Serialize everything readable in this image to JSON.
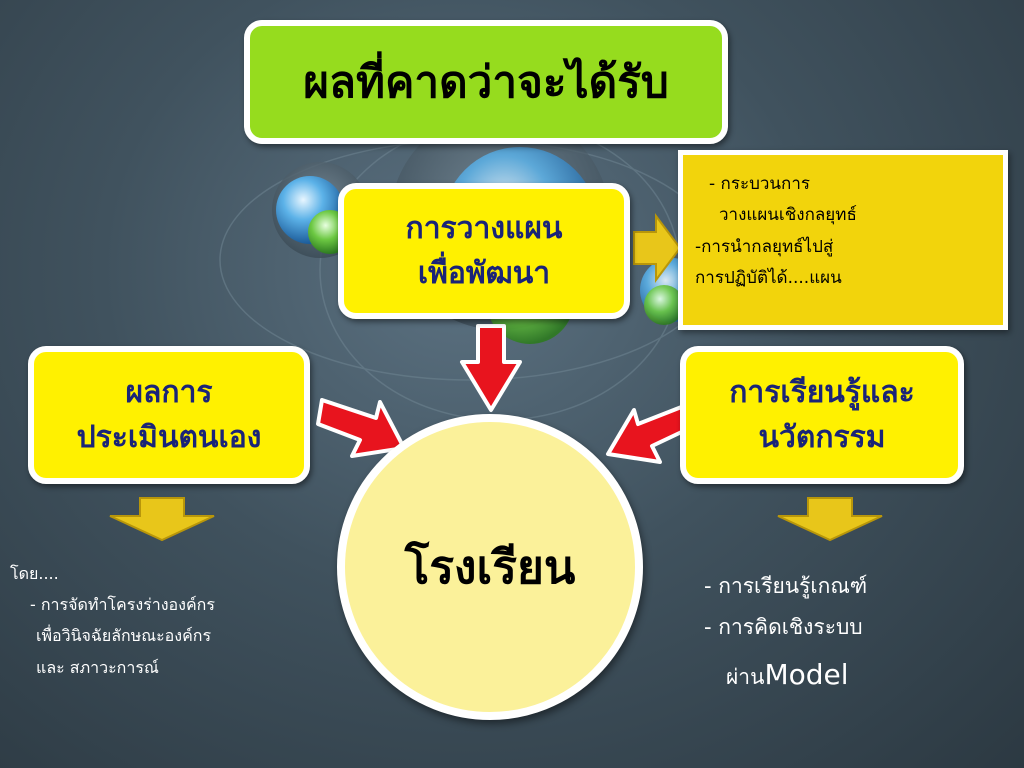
{
  "title": "ผลที่คาดว่าจะได้รับ",
  "plan_box": {
    "line1": "การวางแผน",
    "line2": "เพื่อพัฒนา"
  },
  "detail_box": {
    "line1": "- กระบวนการ",
    "line2": "วางแผนเชิงกลยุทธ์",
    "line3": "-การนำกลยุทธ์ไปสู่",
    "line4": "การปฏิบัติได้....แผน"
  },
  "eval_box": {
    "line1": "ผลการ",
    "line2": "ประเมินตนเอง"
  },
  "learn_box": {
    "line1": "การเรียนรู้และ",
    "line2": "นวัตกรรม"
  },
  "center": "โรงเรียน",
  "left_notes": {
    "line1": "โดย....",
    "line2": "- การจัดทำโครงร่างองค์กร",
    "line3": "เพื่อวินิจฉัยลักษณะองค์กร",
    "line4": "และ สภาวะการณ์"
  },
  "right_notes": {
    "line1": "- การเรียนรู้เกณฑ์",
    "line2": "- การคิดเชิงระบบ",
    "line3_prefix": "ผ่าน",
    "line3_model": "Model"
  },
  "colors": {
    "title_fill": "#96dc1e",
    "box_fill": "#fff100",
    "box_text": "#1a2478",
    "detail_fill": "#f2d40c",
    "center_fill": "#fbf19a",
    "arrow_red": "#e8141e",
    "arrow_gold": "#e8c61a",
    "background": "#40525e"
  }
}
